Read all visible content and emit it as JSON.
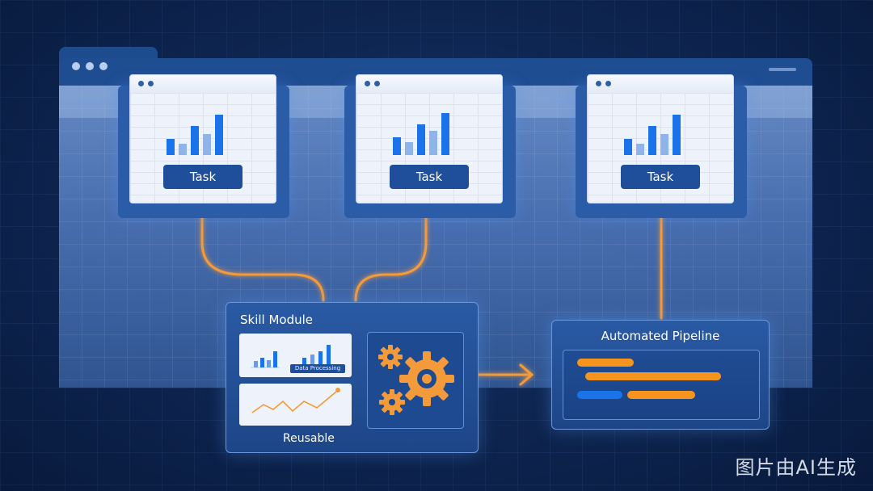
{
  "tasks": [
    {
      "label": "Task"
    },
    {
      "label": "Task"
    },
    {
      "label": "Task"
    }
  ],
  "skill_module": {
    "title": "Skill Module",
    "panel_tag": "Data Processing",
    "caption": "Reusable"
  },
  "pipeline": {
    "title": "Automated Pipeline"
  },
  "watermark": "图片由AI生成",
  "colors": {
    "connector": "#f39a3a",
    "accent_blue": "#1a73e8",
    "accent_orange": "#f7941d",
    "panel": "#1f4f9a"
  }
}
